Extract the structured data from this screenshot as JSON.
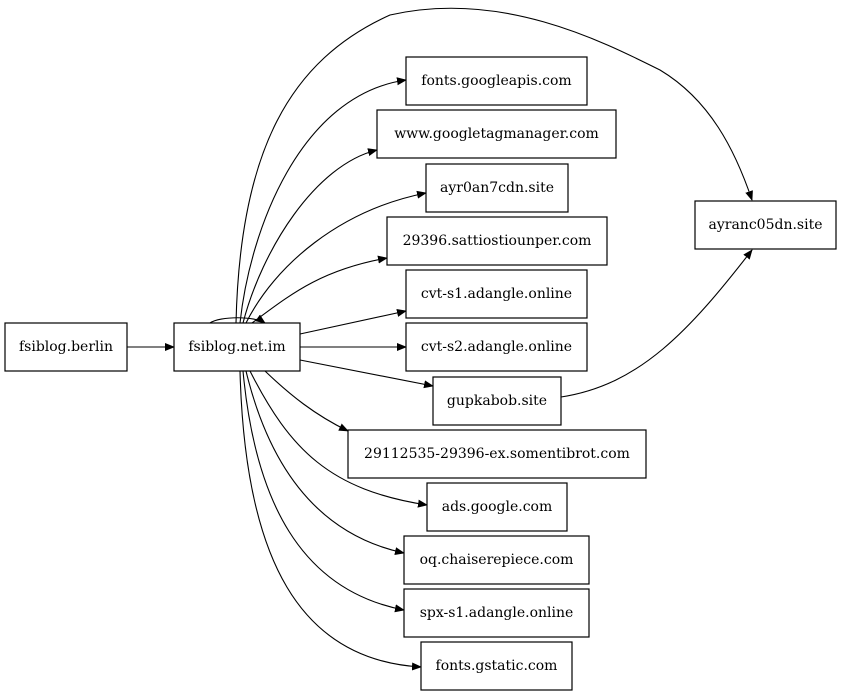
{
  "nodes": {
    "fsiblog_berlin": "fsiblog.berlin",
    "fsiblog_net_im": "fsiblog.net.im",
    "fonts_googleapis": "fonts.googleapis.com",
    "googletagmanager": "www.googletagmanager.com",
    "ayr0an7cdn": "ayr0an7cdn.site",
    "sattiostiounper": "29396.sattiostiounper.com",
    "cvt_s1": "cvt-s1.adangle.online",
    "cvt_s2": "cvt-s2.adangle.online",
    "gupkabob": "gupkabob.site",
    "somentibrot": "29112535-29396-ex.somentibrot.com",
    "ads_google": "ads.google.com",
    "chaiserepiece": "oq.chaiserepiece.com",
    "spx_s1": "spx-s1.adangle.online",
    "fonts_gstatic": "fonts.gstatic.com",
    "ayranc05dn": "ayranc05dn.site"
  },
  "edges": [
    [
      "fsiblog_berlin",
      "fsiblog_net_im"
    ],
    [
      "fsiblog_net_im",
      "fsiblog_net_im"
    ],
    [
      "fsiblog_net_im",
      "fonts_googleapis"
    ],
    [
      "fsiblog_net_im",
      "googletagmanager"
    ],
    [
      "fsiblog_net_im",
      "ayr0an7cdn"
    ],
    [
      "fsiblog_net_im",
      "sattiostiounper"
    ],
    [
      "fsiblog_net_im",
      "cvt_s1"
    ],
    [
      "fsiblog_net_im",
      "cvt_s2"
    ],
    [
      "fsiblog_net_im",
      "gupkabob"
    ],
    [
      "fsiblog_net_im",
      "somentibrot"
    ],
    [
      "fsiblog_net_im",
      "ads_google"
    ],
    [
      "fsiblog_net_im",
      "chaiserepiece"
    ],
    [
      "fsiblog_net_im",
      "spx_s1"
    ],
    [
      "fsiblog_net_im",
      "fonts_gstatic"
    ],
    [
      "fsiblog_net_im",
      "ayranc05dn"
    ],
    [
      "gupkabob",
      "ayranc05dn"
    ]
  ]
}
